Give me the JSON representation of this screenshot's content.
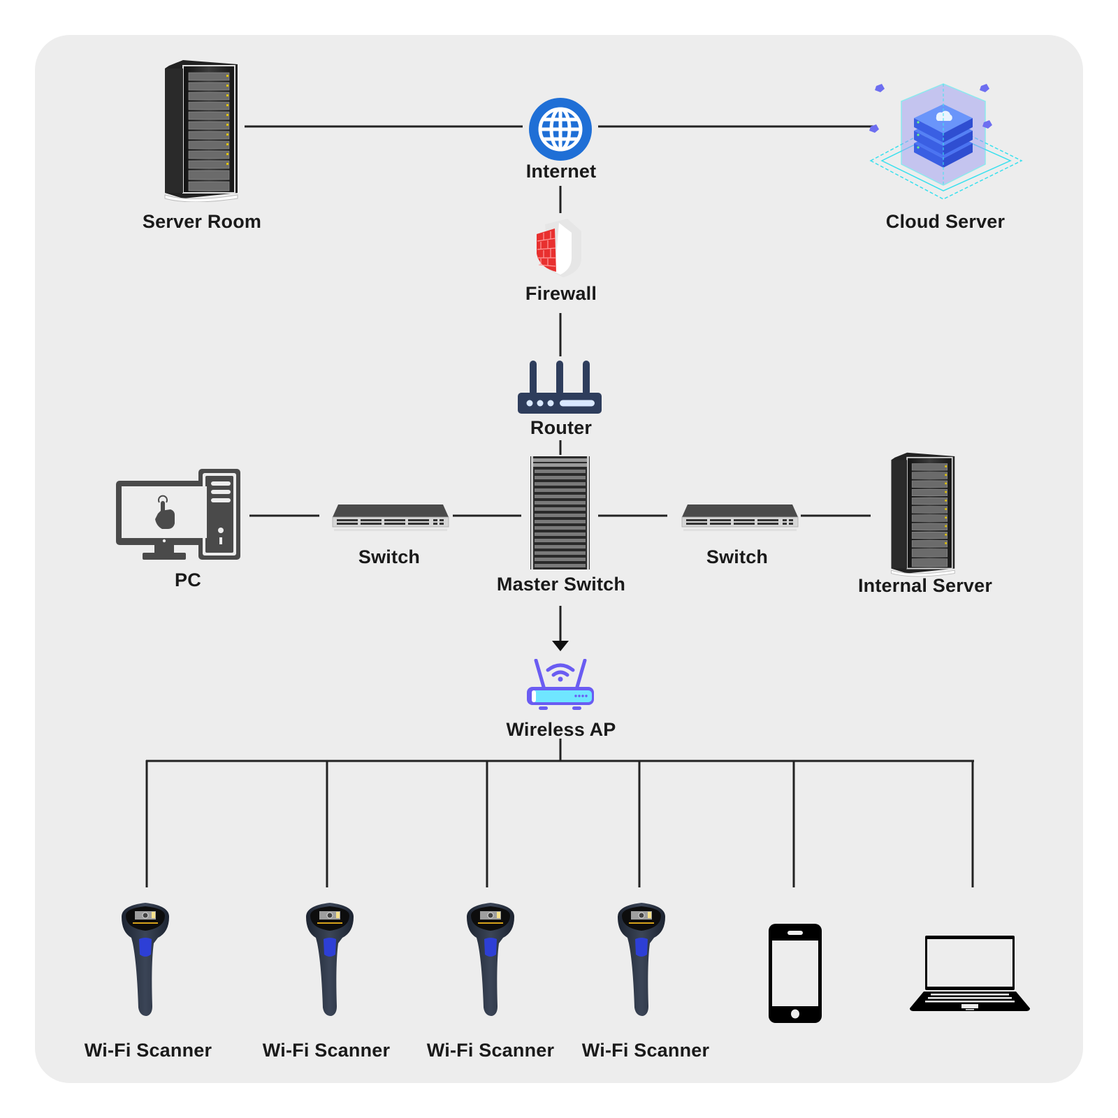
{
  "diagram": {
    "title": "Wi-Fi Scanner Network Topology",
    "colors": {
      "background": "#ededed",
      "line": "#111111",
      "internet_blue": "#1f6fd6",
      "router_navy": "#2e3d5c",
      "wireless_purple": "#6a5cf2",
      "wireless_cyan": "#6fe6ff",
      "firewall_red": "#e8302f",
      "scanner_trigger": "#2d3fd6"
    },
    "nodes": {
      "server_room": {
        "label": "Server Room",
        "icon": "server-rack-icon"
      },
      "internet": {
        "label": "Internet",
        "icon": "globe-icon"
      },
      "cloud_server": {
        "label": "Cloud Server",
        "icon": "cloud-server-icon"
      },
      "firewall": {
        "label": "Firewall",
        "icon": "firewall-shield-icon"
      },
      "router": {
        "label": "Router",
        "icon": "router-icon"
      },
      "pc": {
        "label": "PC",
        "icon": "desktop-pc-icon"
      },
      "switch_left": {
        "label": "Switch",
        "icon": "network-switch-icon"
      },
      "master_switch": {
        "label": "Master Switch",
        "icon": "master-switch-rack-icon"
      },
      "switch_right": {
        "label": "Switch",
        "icon": "network-switch-icon"
      },
      "internal_server": {
        "label": "Internal Server",
        "icon": "server-rack-icon"
      },
      "wireless_ap": {
        "label": "Wireless AP",
        "icon": "wireless-ap-icon"
      }
    },
    "endpoints": [
      {
        "label": "Wi-Fi Scanner",
        "icon": "barcode-scanner-icon"
      },
      {
        "label": "Wi-Fi Scanner",
        "icon": "barcode-scanner-icon"
      },
      {
        "label": "Wi-Fi Scanner",
        "icon": "barcode-scanner-icon"
      },
      {
        "label": "Wi-Fi Scanner",
        "icon": "barcode-scanner-icon"
      },
      {
        "label": "",
        "icon": "smartphone-icon"
      },
      {
        "label": "",
        "icon": "laptop-icon"
      }
    ],
    "connections": [
      {
        "from": "server_room",
        "to": "internet"
      },
      {
        "from": "internet",
        "to": "cloud_server"
      },
      {
        "from": "internet",
        "to": "firewall"
      },
      {
        "from": "firewall",
        "to": "router"
      },
      {
        "from": "router",
        "to": "master_switch"
      },
      {
        "from": "pc",
        "to": "switch_left"
      },
      {
        "from": "switch_left",
        "to": "master_switch"
      },
      {
        "from": "master_switch",
        "to": "switch_right"
      },
      {
        "from": "switch_right",
        "to": "internal_server"
      },
      {
        "from": "master_switch",
        "to": "wireless_ap",
        "arrow": true
      },
      {
        "from": "wireless_ap",
        "to": "endpoints"
      }
    ]
  }
}
